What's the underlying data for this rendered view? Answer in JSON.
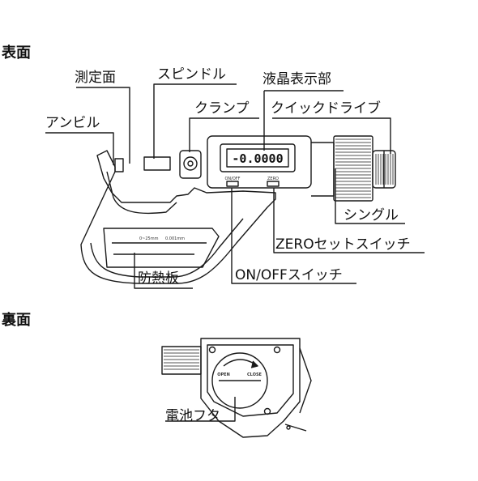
{
  "sections": {
    "front_title": "表面",
    "back_title": "裏面"
  },
  "labels": {
    "measuring_face": "測定面",
    "spindle": "スピンドル",
    "lcd": "液晶表示部",
    "anvil": "アンビル",
    "clamp": "クランプ",
    "ratchet": "クイックドライブ",
    "thimble": "シングル",
    "zero_switch": "ZEROセットスイッチ",
    "power_switch": "ON/OFFスイッチ",
    "heat_shield": "防熱板",
    "battery_cover": "電池フタ"
  },
  "lcd_display": {
    "reading": "-0.0000",
    "button_on": "ON/OFF",
    "button_zero": "ZERO"
  },
  "frame_print": {
    "range": "0~25mm",
    "resolution": "0.001mm"
  },
  "battery_print": {
    "open": "OPEN",
    "close": "CLOSE"
  }
}
